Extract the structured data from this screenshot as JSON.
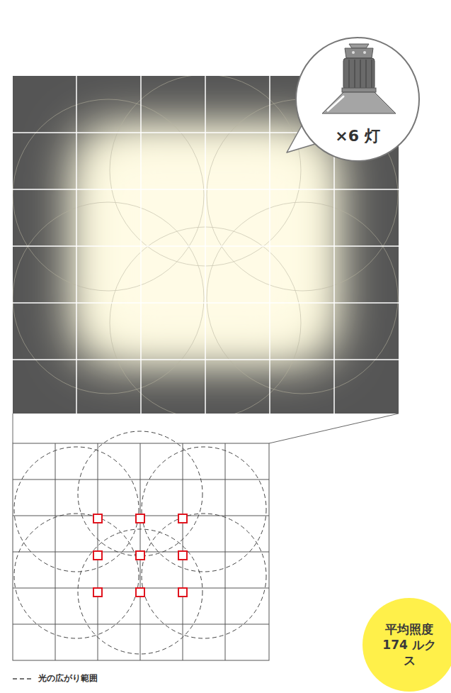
{
  "diagram": {
    "nodes": [
      {
        "text": [
          "×6 灯"
        ]
      },
      {
        "text": [
          "平均照度 174 ルクス"
        ]
      }
    ],
    "legend": [
      {
        "text": "光の広がり範囲"
      }
    ]
  }
}
